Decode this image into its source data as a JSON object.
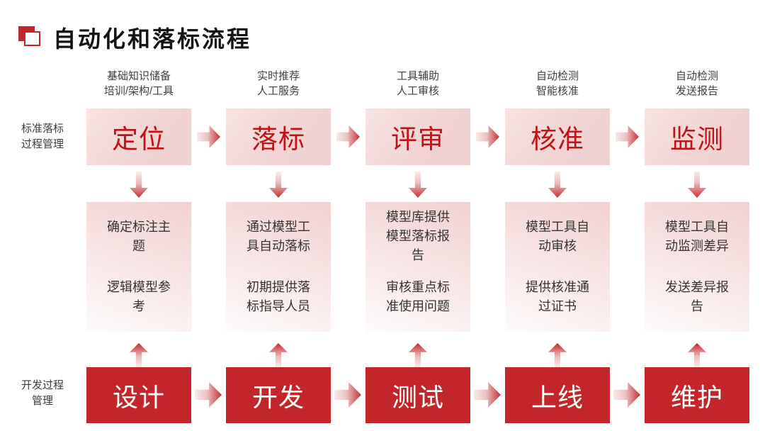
{
  "slide": {
    "title": "自动化和落标流程"
  },
  "row_labels": {
    "standard": "标准落标\n过程管理",
    "dev": "开发过程\n管理"
  },
  "columns": [
    {
      "top_label": "基础知识储备\n培训/架构/工具",
      "stage": "定位",
      "details": [
        "确定标注主题",
        "逻辑模型参考"
      ],
      "dev_stage": "设计"
    },
    {
      "top_label": "实时推荐\n人工服务",
      "stage": "落标",
      "details": [
        "通过模型工具自动落标",
        "初期提供落标指导人员"
      ],
      "dev_stage": "开发"
    },
    {
      "top_label": "工具辅助\n人工审核",
      "stage": "评审",
      "details": [
        "模型库提供模型落标报告",
        "审核重点标准使用问题"
      ],
      "dev_stage": "测试"
    },
    {
      "top_label": "自动检测\n智能核准",
      "stage": "核准",
      "details": [
        "模型工具自动审核",
        "提供核准通过证书"
      ],
      "dev_stage": "上线"
    },
    {
      "top_label": "自动检测\n发送报告",
      "stage": "监测",
      "details": [
        "模型工具自动监测差异",
        "发送差异报告"
      ],
      "dev_stage": "维护"
    }
  ],
  "colors": {
    "accent_red": "#c2262a",
    "stage_text_red": "#c01217",
    "stage_box_pink": "#f2d4d4",
    "label_gray": "#3f3f3f"
  }
}
